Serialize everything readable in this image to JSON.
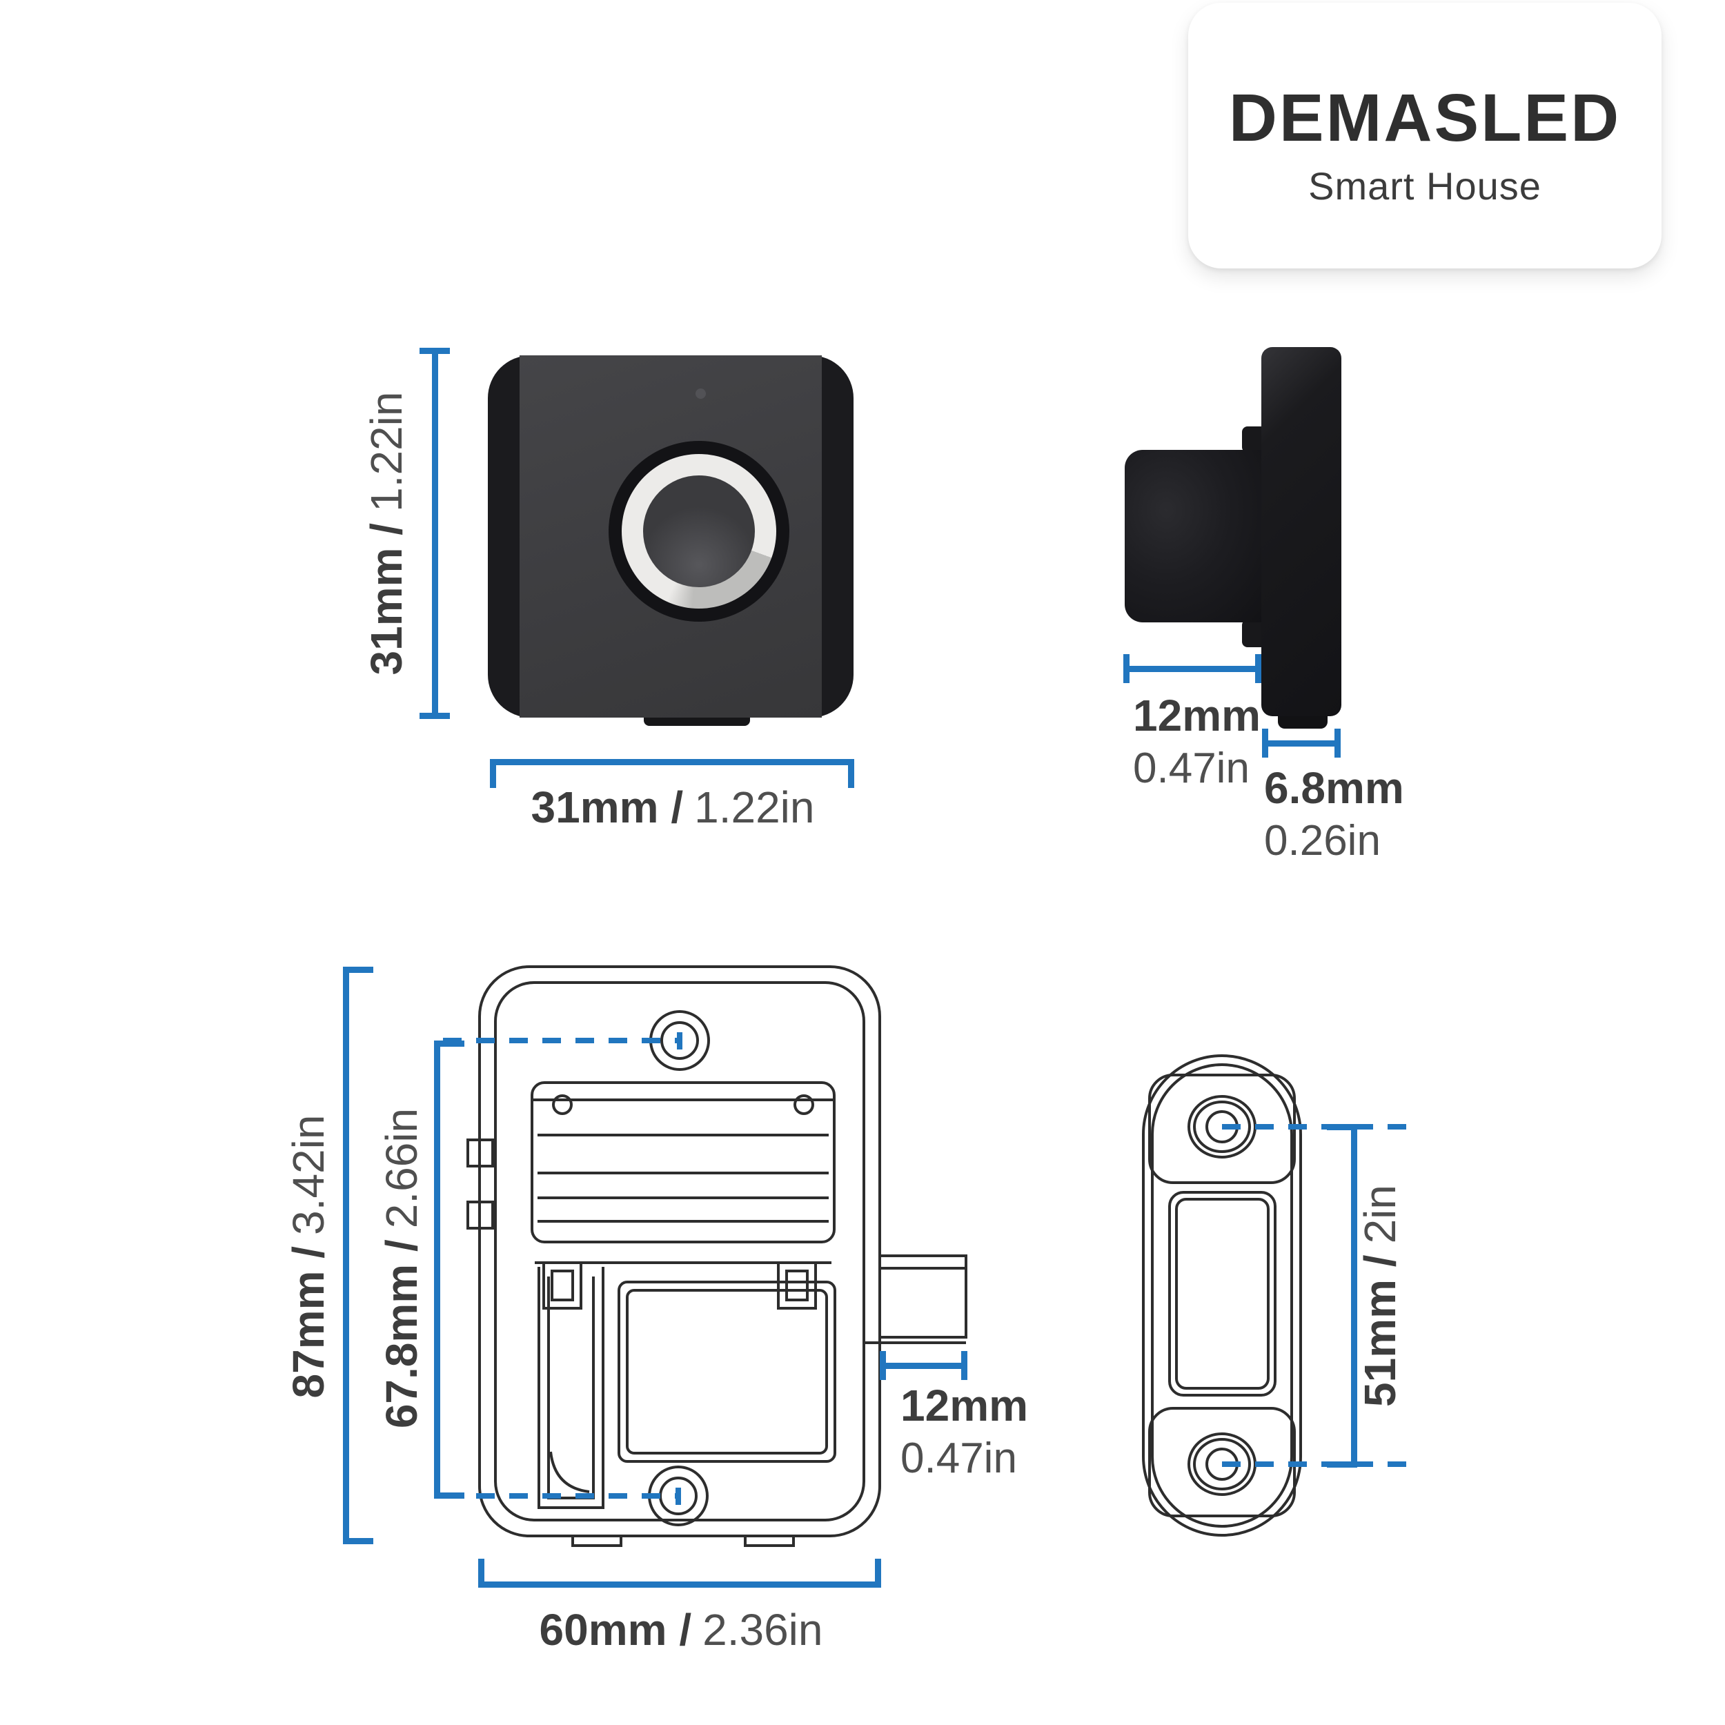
{
  "brand": {
    "name": "DEMASLED",
    "tagline": "Smart House"
  },
  "colors": {
    "accent": "#2176bf",
    "line_art_ink": "#2d2d2d",
    "label_bold": "#3d3d3d",
    "label_regular": "#4f4f4f",
    "device_body": "#1b1b1e",
    "device_face": "#3d3d40",
    "ring_white": "#ecebe9",
    "background": "#ffffff"
  },
  "views": {
    "front": {
      "height_label": {
        "value": "31mm /",
        "alt": "1.22in"
      },
      "width_label": {
        "value": "31mm /",
        "alt": "1.22in"
      }
    },
    "side": {
      "depth_label": {
        "value": "12mm",
        "alt": "0.47in"
      },
      "thickness_label": {
        "value": "6.8mm",
        "alt": "0.26in"
      }
    },
    "back_body": {
      "height_label": {
        "value": "87mm /",
        "alt": "3.42in"
      },
      "hole_spacing_label": {
        "value": "67.8mm /",
        "alt": "2.66in"
      },
      "width_label": {
        "value": "60mm /",
        "alt": "2.36in"
      },
      "bolt_label": {
        "value": "12mm",
        "alt": "0.47in"
      }
    },
    "strike_plate": {
      "hole_spacing_label": {
        "value": "51mm /",
        "alt": "2in"
      }
    }
  }
}
